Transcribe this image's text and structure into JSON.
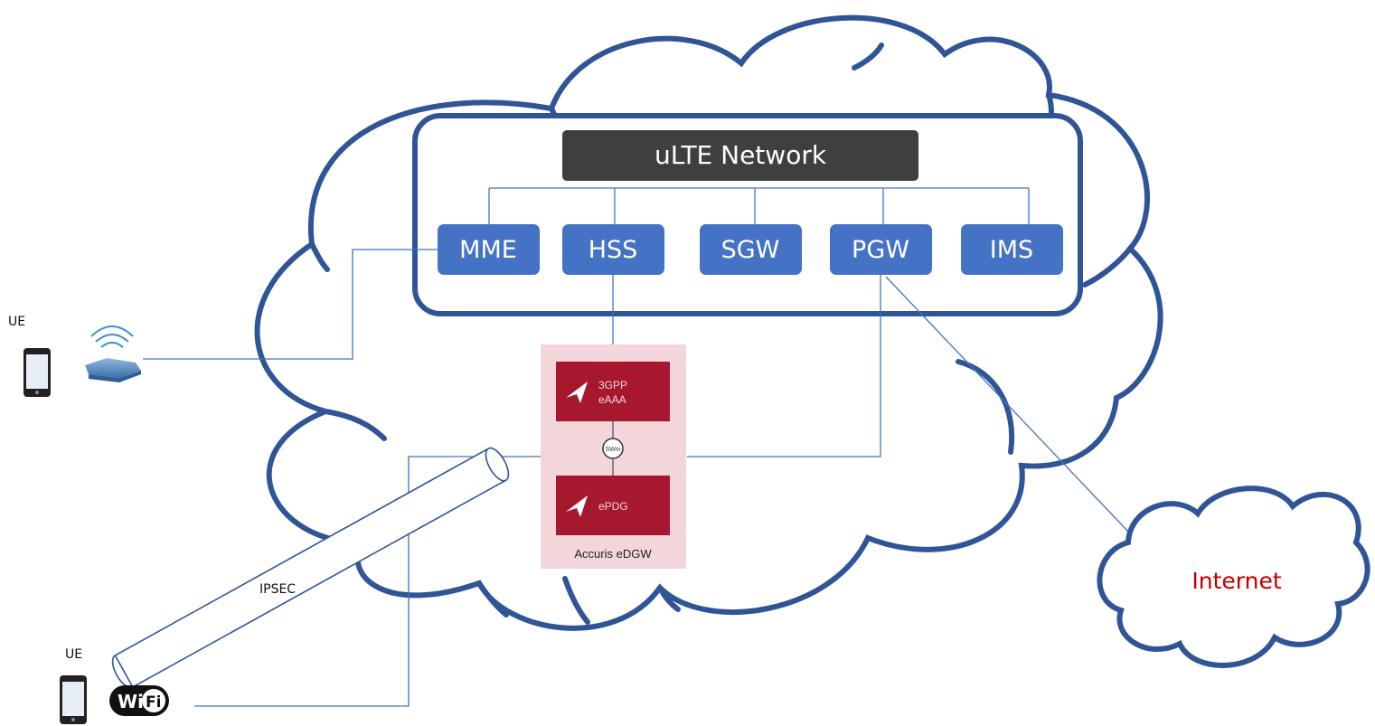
{
  "network": {
    "title": "uLTE Network",
    "nodes": [
      "MME",
      "HSS",
      "SGW",
      "PGW",
      "IMS"
    ]
  },
  "gateway": {
    "caption": "Accuris eDGW",
    "aaa_line1": "3GPP",
    "aaa_line2": "eAAA",
    "swm_label": "SWm",
    "epdg_label": "ePDG"
  },
  "ue_top_label": "UE",
  "ue_bottom_label": "UE",
  "ipsec_label": "IPSEC",
  "internet_label": "Internet",
  "wifi_badge": {
    "left": "Wi",
    "right": "Fi"
  },
  "colors": {
    "cloud_stroke": "#2f5597",
    "node_fill": "#4472c4",
    "title_fill": "#3f3f3f",
    "gateway_bg": "#f2d6da",
    "gateway_box": "#a5182e",
    "internet_text": "#c00000",
    "link": "#4472c4"
  }
}
